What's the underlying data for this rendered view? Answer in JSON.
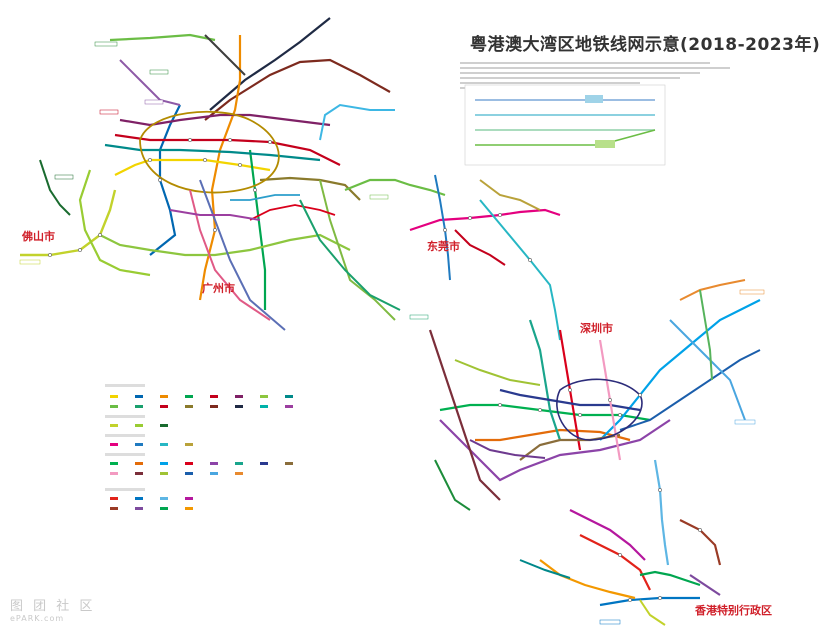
{
  "title": "粤港澳大湾区地铁线网示意(2018-2023年)",
  "cities": {
    "foshan": "佛山市",
    "guangzhou": "广州市",
    "dongguan": "东莞市",
    "shenzhen": "深圳市",
    "hongkong": "香港特别行政区"
  },
  "watermark": {
    "line1": "图 团 社 区",
    "line2": "ePARK.com"
  },
  "legend_groups": [
    {
      "key": "guangzhou"
    },
    {
      "key": "foshan"
    },
    {
      "key": "dongguan"
    },
    {
      "key": "shenzhen"
    },
    {
      "key": "hongkong"
    }
  ],
  "colors": {
    "gz1": "#f2d400",
    "gz2": "#0067b1",
    "gz3": "#ee8b00",
    "gz4": "#00a650",
    "gz5": "#c4001c",
    "gz6": "#7f2166",
    "gz7": "#8dc63f",
    "gz8": "#008a8a",
    "gz9": "#6bbd45",
    "gz13": "#8a7a2c",
    "gz14": "#7d2a1e",
    "gz21": "#1f2a44",
    "apm": "#00b2a9",
    "sz1": "#00b050",
    "sz2": "#e36c0a",
    "sz3": "#00a2e8",
    "sz4": "#d9001b",
    "sz5": "#8c44a8",
    "sz7": "#2a3a8f",
    "sz9": "#8a6d3b",
    "sz11": "#7b2e3a",
    "dg2": "#e4007f",
    "hk_tw": "#e2231a",
    "hk_island": "#0075c2",
    "hk_east": "#5eb6e4",
    "hk_west": "#b5179e",
    "hk_ma": "#9a3b26",
    "hk_tko": "#7d4a9e",
    "fs": "#99cc33",
    "guangfo": "#c2d22b"
  }
}
